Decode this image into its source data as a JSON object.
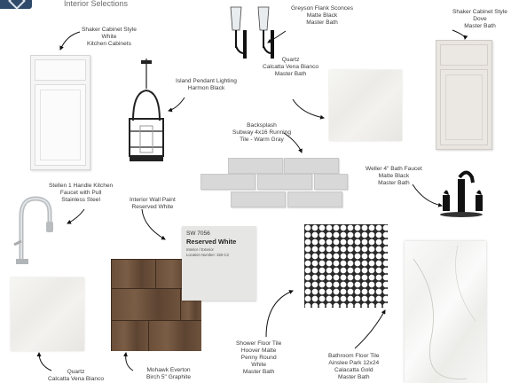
{
  "header": {
    "page_title": "Interior Selections"
  },
  "items": {
    "kitchen_cabinet": {
      "lines": [
        "Shaker Cabinet Style",
        "White",
        "Kitchen Cabinets"
      ]
    },
    "bath_cabinet": {
      "lines": [
        "Shaker Cabinet Style",
        "Dove",
        "Master Bath"
      ]
    },
    "pendant": {
      "lines": [
        "Island Pendant Lighting",
        "Harmon Black"
      ]
    },
    "sconces": {
      "lines": [
        "Greyson Flank Sconces",
        "Matte Black",
        "Master Bath"
      ]
    },
    "bath_quartz": {
      "lines": [
        "Quartz",
        "Calcatta Vena Bianco",
        "Master Bath"
      ]
    },
    "backsplash": {
      "lines": [
        "Backsplash",
        "Subway 4x16 Running",
        "Tile - Warm Gray"
      ]
    },
    "bath_faucet": {
      "lines": [
        "Weller 4\" Bath Faucet",
        "Matte Black",
        "Master Bath"
      ]
    },
    "kitchen_faucet": {
      "lines": [
        "Stellen 1 Handle Kitchen",
        "Faucet with Pull",
        "Stainless Steel"
      ]
    },
    "wall_paint": {
      "lines": [
        "Interior Wall Paint",
        "Reserved White"
      ],
      "card_code": "SW 7056",
      "card_name": "Reserved White",
      "card_meta_1": "Interior / Exterior",
      "card_meta_2": "Location Number: 250-C2"
    },
    "kitchen_quartz": {
      "lines": [
        "Quartz",
        "Calcatta Vena Bianco"
      ]
    },
    "flooring": {
      "lines": [
        "Mohawk Everton",
        "Birch 5\" Graphite"
      ]
    },
    "shower_tile": {
      "lines": [
        "Shower Floor Tile",
        "Hoover Matte",
        "Penny Round",
        "White",
        "Master Bath"
      ]
    },
    "bath_floor_tile": {
      "lines": [
        "Bathroom Floor Tile",
        "Ainslee Park 12x24",
        "Calacatta Gold",
        "Master Bath"
      ]
    }
  }
}
